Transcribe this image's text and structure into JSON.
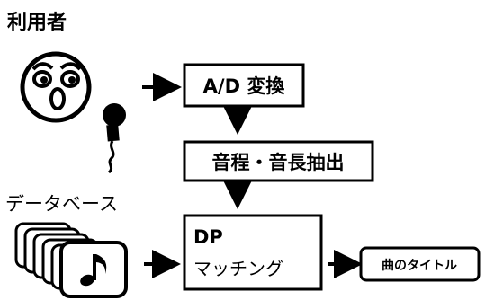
{
  "labels": {
    "user": "利用者",
    "database": "データベース"
  },
  "boxes": {
    "ad_convert": "A/D 変換",
    "pitch_extract": "音程・音長抽出",
    "dp_title": "DP",
    "dp_subtitle": "マッチング",
    "output": "曲のタイトル"
  },
  "icons": {
    "user_face": "singing-face-icon",
    "microphone": "microphone-icon",
    "record_stack": "music-record-stack-icon",
    "note": "music-note-icon"
  }
}
